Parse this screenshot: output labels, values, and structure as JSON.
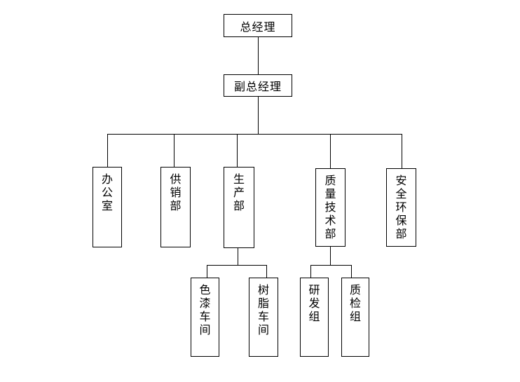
{
  "diagram": {
    "type": "organization-chart",
    "colors": {
      "line": "#000000",
      "box_border": "#000000",
      "box_fill": "#ffffff",
      "background": "#ffffff",
      "text": "#000000"
    },
    "nodes": {
      "gm": {
        "label": "总经理",
        "level": 1
      },
      "dgm": {
        "label": "副总经理",
        "level": 2
      },
      "office": {
        "label": "办公室",
        "level": 3
      },
      "supply_sales": {
        "label": "供销部",
        "level": 3
      },
      "production": {
        "label": "生产部",
        "level": 3
      },
      "quality_tech": {
        "label": "质量技术部",
        "level": 3
      },
      "safety_env": {
        "label": "安全环保部",
        "level": 3
      },
      "paint_workshop": {
        "label": "色漆车间",
        "level": 4
      },
      "resin_workshop": {
        "label": "树脂车间",
        "level": 4
      },
      "rd_group": {
        "label": "研发组",
        "level": 4
      },
      "qc_group": {
        "label": "质检组",
        "level": 4
      }
    },
    "edges": [
      {
        "from": "gm",
        "to": "dgm"
      },
      {
        "from": "dgm",
        "to": "office"
      },
      {
        "from": "dgm",
        "to": "supply_sales"
      },
      {
        "from": "dgm",
        "to": "production"
      },
      {
        "from": "dgm",
        "to": "quality_tech"
      },
      {
        "from": "dgm",
        "to": "safety_env"
      },
      {
        "from": "production",
        "to": "paint_workshop"
      },
      {
        "from": "production",
        "to": "resin_workshop"
      },
      {
        "from": "quality_tech",
        "to": "rd_group"
      },
      {
        "from": "quality_tech",
        "to": "qc_group"
      }
    ]
  }
}
